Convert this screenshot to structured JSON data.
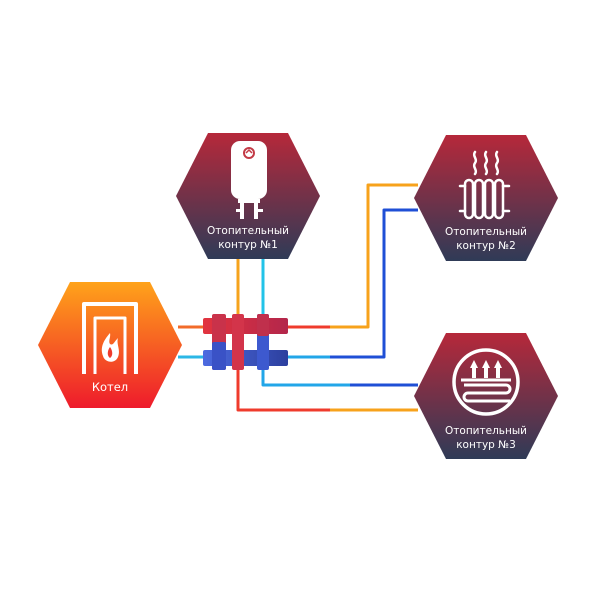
{
  "boiler": {
    "label": "Котел"
  },
  "circuits": [
    {
      "line1": "Отопительный",
      "line2": "контур  №1",
      "icon": "water-heater-icon"
    },
    {
      "line1": "Отопительный",
      "line2": "контур  №2",
      "icon": "radiator-icon"
    },
    {
      "line1": "Отопительный",
      "line2": "контур  №3",
      "icon": "floor-heating-icon"
    }
  ],
  "colors": {
    "hot_pipe": "#ef3b2c",
    "hot_pipe_mid": "#f7a21b",
    "cold_pipe": "#1f4fd6",
    "cold_pipe_mid": "#22c3e8",
    "circuit_top": "#b6283a",
    "circuit_bottom": "#2f3b57",
    "boiler_top": "#ffa31a",
    "boiler_bottom": "#ee1b2c"
  }
}
